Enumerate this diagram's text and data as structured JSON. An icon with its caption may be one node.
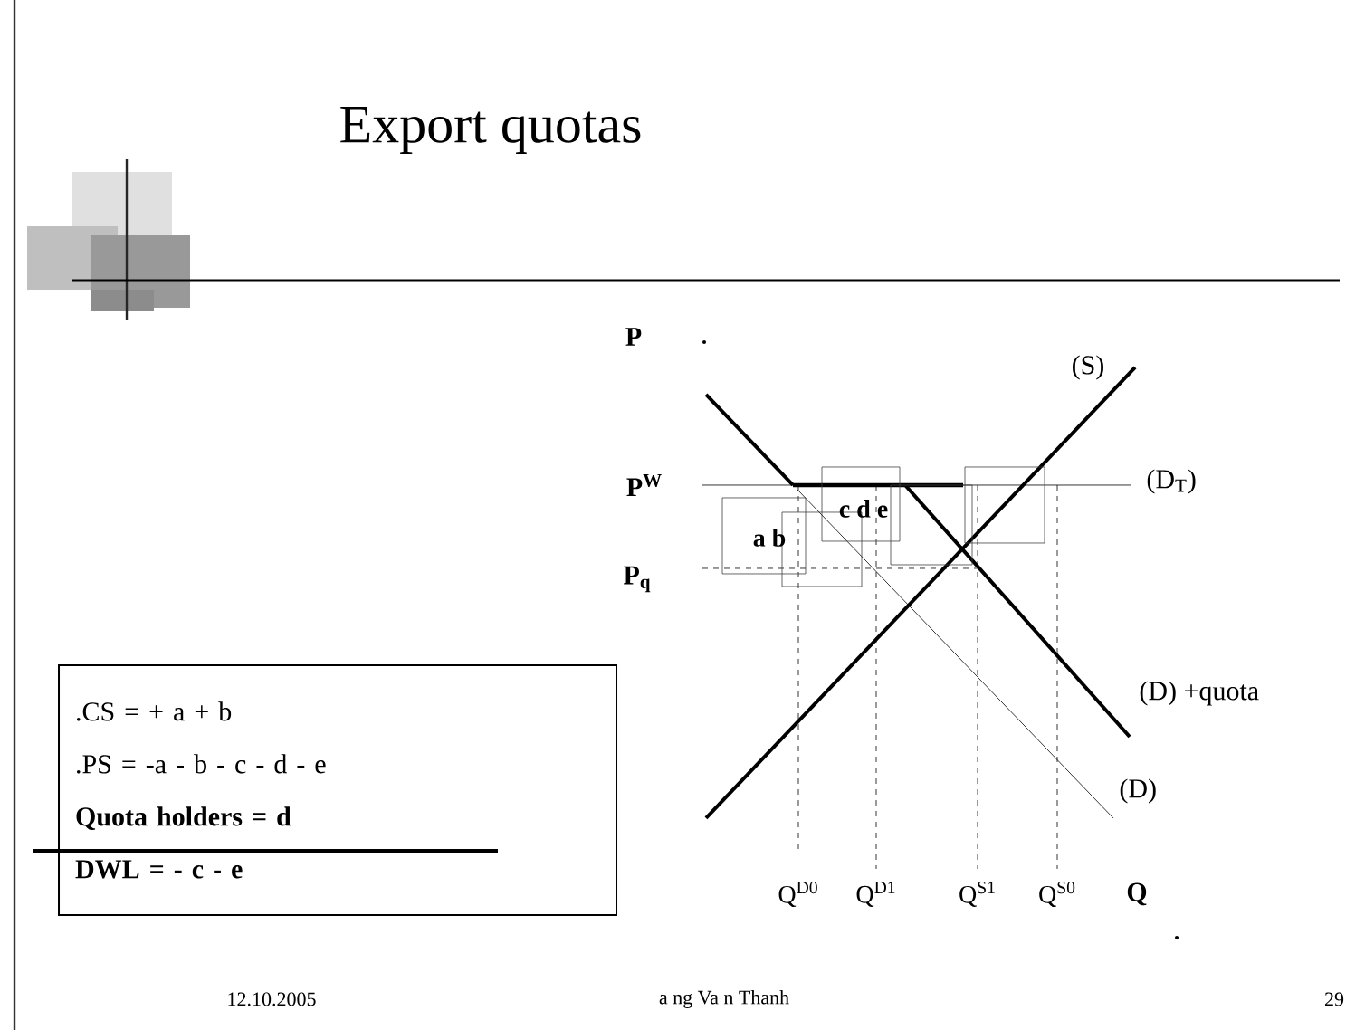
{
  "diagram": {
    "title": "Export quotas",
    "nodes": [
      {
        "text": [
          ".CS = + a + b",
          ".PS = -a - b - c - d - e",
          "Quota holders = d",
          "DWL = - c - e"
        ]
      }
    ],
    "labels": [
      "P",
      "(S)",
      "P$^{W}$",
      "(D$_{T}$)",
      "c d e",
      "a b",
      "P$_{q}$",
      "(D) +quota",
      "(D)",
      "Q$^{D0}$",
      "Q$^{D1}$",
      "Q$^{S1}$",
      "Q$^{S0}$",
      "Q",
      "12.10.2005",
      "a   ng Va n Thanh",
      "29"
    ]
  }
}
